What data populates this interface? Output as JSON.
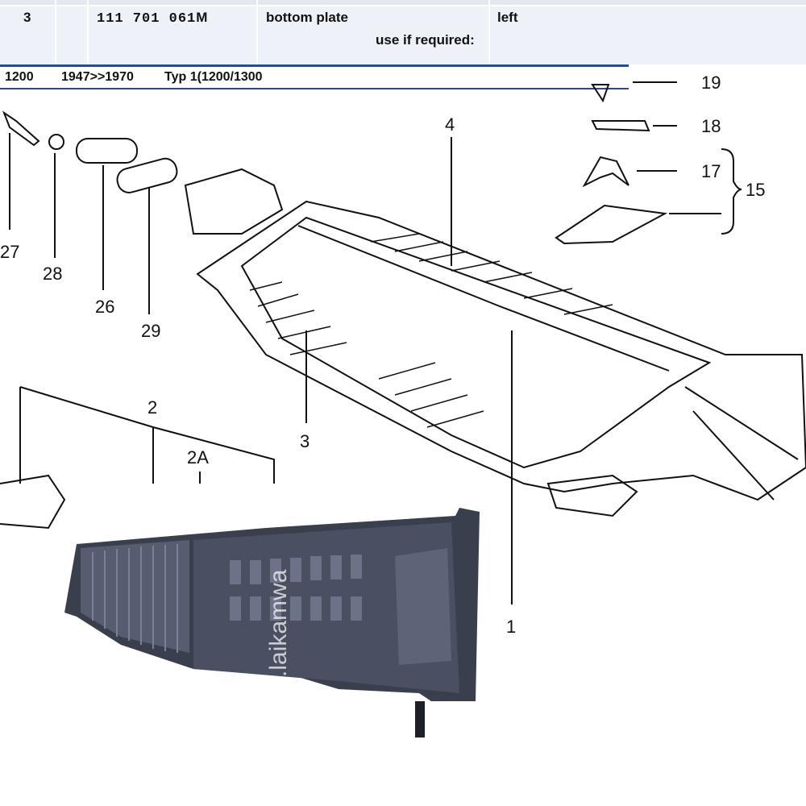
{
  "table_row": {
    "position": "3",
    "part_number": "111  701  061",
    "part_suffix": "M",
    "description": "bottom plate",
    "note": "use if required:",
    "side": "left"
  },
  "model_bar": {
    "engine": "1200",
    "years": "1947>>1970",
    "type": "Typ 1(1200/1300"
  },
  "diagram": {
    "callouts": [
      "19",
      "18",
      "17",
      "15",
      "4",
      "27",
      "28",
      "26",
      "29",
      "3",
      "2",
      "2A",
      "1"
    ]
  },
  "photo": {
    "watermark": "w.laikamwa"
  }
}
